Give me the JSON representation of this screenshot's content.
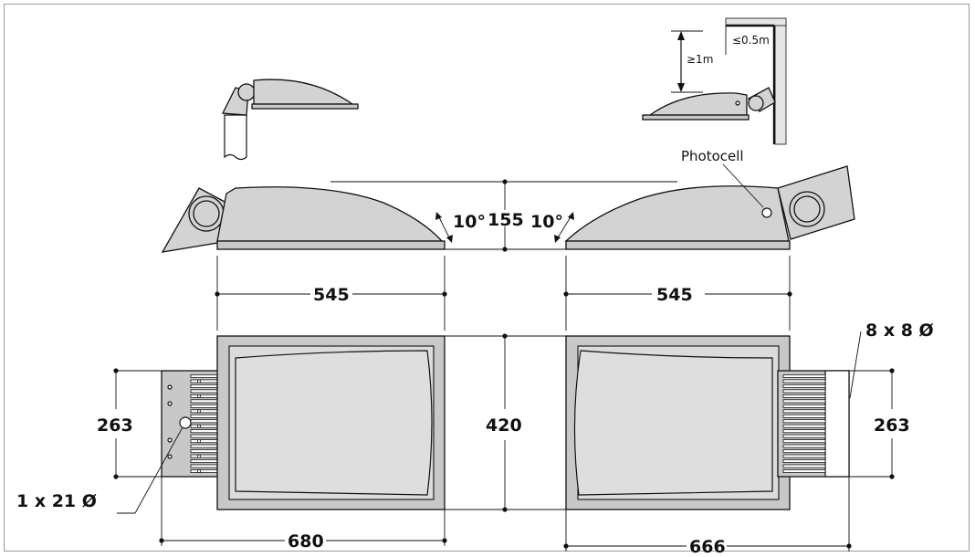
{
  "labels": {
    "side_height": "155",
    "tilt_left": "10°",
    "tilt_right": "10°",
    "photocell": "Photocell",
    "width_left": "545",
    "width_right": "545",
    "depth_left": "263",
    "depth_center": "420",
    "depth_right": "263",
    "overall_left": "680",
    "overall_right": "666",
    "holes_left": "1 x 21 Ø",
    "holes_right": "8 x 8 Ø",
    "wall_min_height": "≥1m",
    "wall_max_distance": "≤0.5m"
  },
  "colors": {
    "housing": "#d3d3d3",
    "line": "#111111"
  }
}
